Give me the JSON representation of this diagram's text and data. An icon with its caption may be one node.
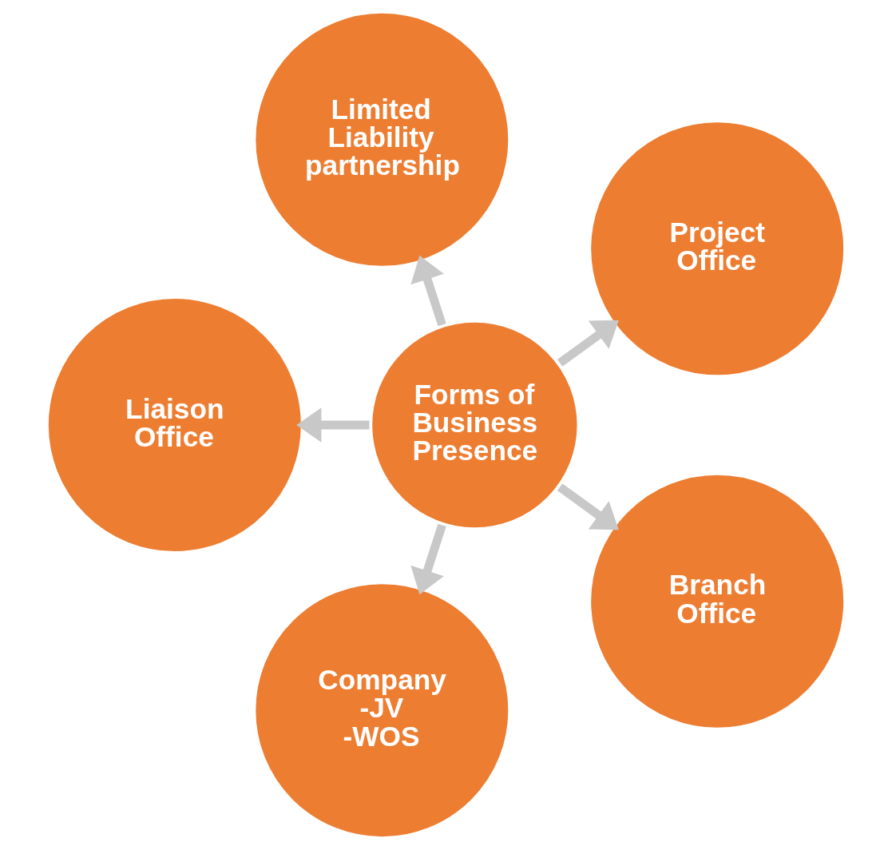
{
  "diagram": {
    "nodes": [
      {
        "text": [
          "Project Office"
        ]
      },
      {
        "text": [
          "Limited Liability partnership"
        ]
      },
      {
        "text": [
          "Liaison Office"
        ]
      },
      {
        "text": [
          "Forms of Business Presence"
        ]
      },
      {
        "text": [
          "Company",
          "-JV",
          "-WOS"
        ]
      },
      {
        "text": [
          "Branch Office"
        ]
      }
    ],
    "edges": [
      {
        "from": 3,
        "to": 0,
        "arrow": "to"
      },
      {
        "from": 3,
        "to": 2,
        "arrow": "to"
      },
      {
        "from": 3,
        "to": 5,
        "arrow": "to"
      },
      {
        "from": 3,
        "to": 4,
        "arrow": "to"
      },
      {
        "from": 3,
        "to": 1,
        "arrow": "to"
      }
    ]
  }
}
